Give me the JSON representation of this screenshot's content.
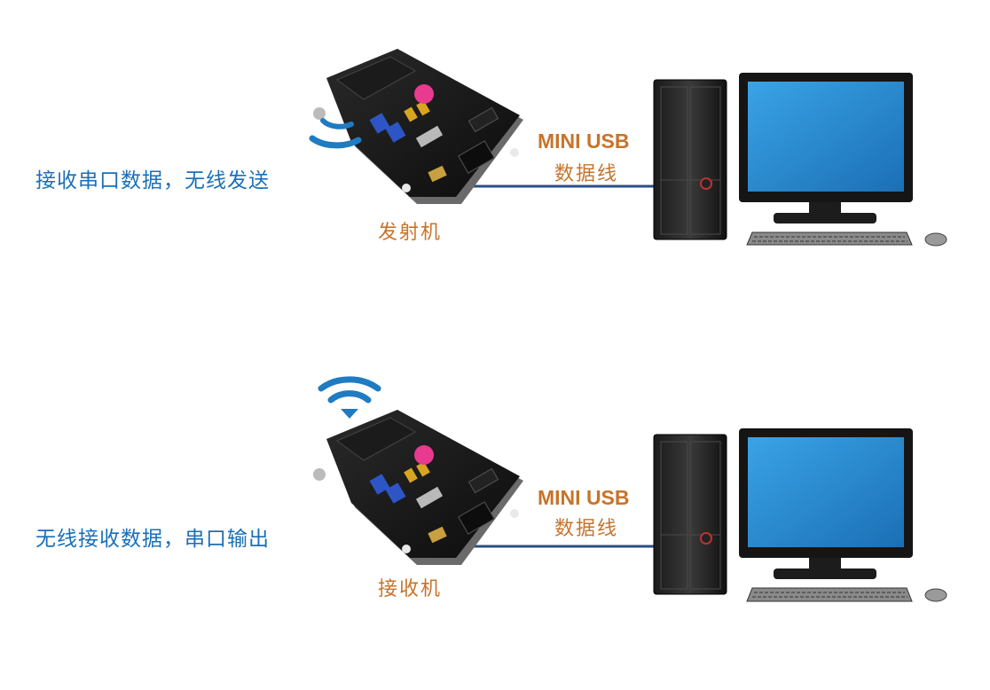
{
  "transmitter_panel": {
    "description": "接收串口数据，无线发送",
    "cable_title": "MINI USB",
    "cable_subtitle": "数据线",
    "device_label": "发射机",
    "signal_icon": "wireless-emit-icon"
  },
  "receiver_panel": {
    "description": "无线接收数据，串口输出",
    "cable_title": "MINI USB",
    "cable_subtitle": "数据线",
    "device_label": "接收机",
    "signal_icon": "wifi-icon"
  },
  "colors": {
    "description_text": "#1a6fb8",
    "label_text": "#c7742b",
    "cable": "#2b4f86",
    "screen": "#2b8fd6",
    "border": "#8f8f8f"
  }
}
